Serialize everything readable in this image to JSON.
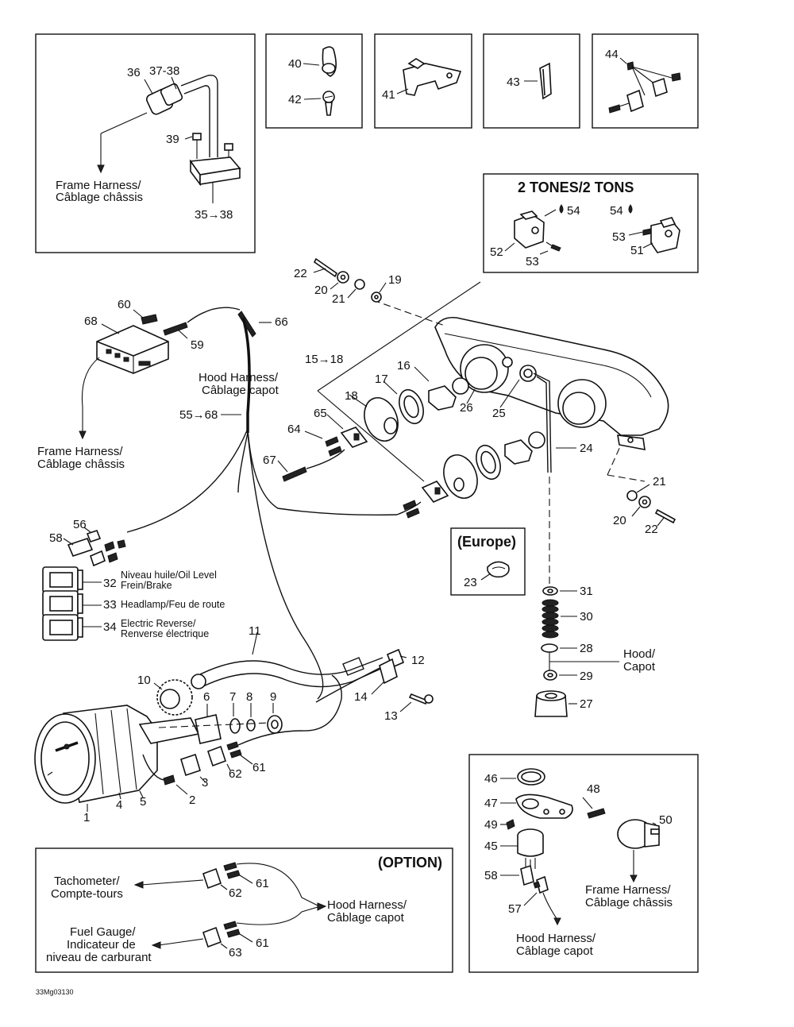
{
  "panels": {
    "harness_tl": {
      "labels": [
        "36",
        "37-38",
        "39"
      ],
      "range_label": "35→38",
      "caption": [
        "Frame Harness/",
        "Câblage châssis"
      ]
    },
    "p1": {
      "labels": [
        "40",
        "42"
      ]
    },
    "p2": {
      "labels": [
        "41"
      ]
    },
    "p3": {
      "labels": [
        "43"
      ]
    },
    "p4": {
      "labels": [
        "44"
      ]
    },
    "two_tones": {
      "title": "2 TONES/2 TONS",
      "labels": [
        "54",
        "54",
        "53",
        "52",
        "53",
        "51"
      ]
    },
    "europe": {
      "title": "(Europe)",
      "labels": [
        "23"
      ]
    },
    "option": {
      "title": "(OPTION)",
      "labels": [
        "61",
        "62",
        "61",
        "63"
      ],
      "tachometer": [
        "Tachometer/",
        "Compte-tours"
      ],
      "fuel_gauge": [
        "Fuel Gauge/",
        "Indicateur de",
        "niveau de carburant"
      ],
      "hood_harness": [
        "Hood Harness/",
        "Câblage capot"
      ]
    },
    "gauge_br": {
      "labels": [
        "46",
        "48",
        "47",
        "49",
        "45",
        "50",
        "58",
        "57"
      ],
      "frame_harness": [
        "Frame Harness/",
        "Câblage châssis"
      ],
      "hood_harness": [
        "Hood Harness/",
        "Câblage capot"
      ]
    }
  },
  "main": {
    "labels": [
      "22",
      "20",
      "21",
      "19",
      "60",
      "68",
      "59",
      "66",
      "15→18",
      "16",
      "17",
      "18",
      "26",
      "25",
      "65",
      "64",
      "67",
      "24",
      "21",
      "20",
      "22",
      "56",
      "58",
      "32",
      "33",
      "34",
      "11",
      "12",
      "10",
      "6",
      "7",
      "8",
      "9",
      "14",
      "13",
      "3",
      "62",
      "61",
      "1",
      "4",
      "5",
      "2",
      "31",
      "30",
      "28",
      "29",
      "27",
      "55→68"
    ],
    "hood_harness": [
      "Hood Harness/",
      "Câblage capot"
    ],
    "frame_harness": [
      "Frame Harness/",
      "Câblage châssis"
    ],
    "hood_capot": [
      "Hood/",
      "Capot"
    ],
    "switch_labels": [
      "Niveau huile/Oil Level",
      "Frein/Brake",
      "Headlamp/Feu de route",
      "Electric Reverse/",
      "Renverse électrique"
    ]
  },
  "footer": {
    "code": "33Mg03130"
  }
}
